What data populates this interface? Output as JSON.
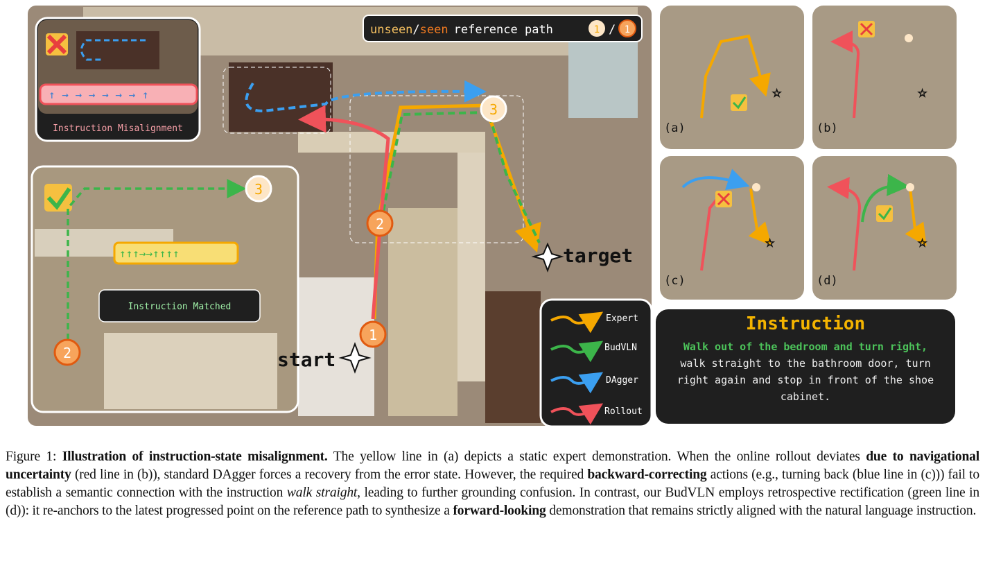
{
  "legend_top": {
    "unseen": "unseen",
    "slash": "/",
    "seen": "seen",
    "rest": "reference path",
    "n1": "1",
    "n2": "1"
  },
  "insets": {
    "misalign": "Instruction Misalignment",
    "matched": "Instruction Matched"
  },
  "labels": {
    "start": "start",
    "target": "target",
    "p1": "1",
    "p2": "2",
    "p3": "3"
  },
  "legend": [
    {
      "label": "Expert",
      "color": "#f5a800"
    },
    {
      "label": "BudVLN",
      "color": "#3cb54a"
    },
    {
      "label": "DAgger",
      "color": "#3b9ff0"
    },
    {
      "label": "Rollout",
      "color": "#f0525a"
    }
  ],
  "panels": [
    {
      "label": "(a)"
    },
    {
      "label": "(b)"
    },
    {
      "label": "(c)"
    },
    {
      "label": "(d)"
    }
  ],
  "instruction": {
    "title": "Instruction",
    "green": "Walk out of the bedroom and  turn right,",
    "rest": " walk straight to the bathroom door, turn right again and stop in front of the shoe cabinet."
  },
  "caption": {
    "fig": "Figure 1: ",
    "b1": "Illustration of instruction-state misalignment.",
    "t1": " The yellow line in (a) depicts a static expert demonstration. When the online rollout deviates ",
    "b2": "due to navigational uncertainty",
    "t2": " (red line in (b)), standard DAgger forces a recovery from the error state. However, the required ",
    "b3": "backward-correcting",
    "t3": " actions (e.g., turning back (blue line in (c))) fail to establish a semantic connection with the instruction ",
    "i1": "walk straight",
    "t4": ", leading to further grounding confusion. In contrast, our BudVLN employs retrospective rectification (green line in (d)): it re-anchors to the latest progressed point on the reference path to synthesize a ",
    "b4": "forward-looking",
    "t5": " demonstration that remains strictly aligned with the natural language instruction."
  }
}
